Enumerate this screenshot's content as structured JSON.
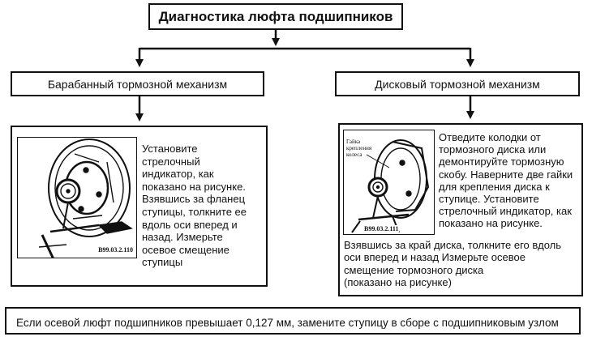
{
  "title": "Диагностика люфта подшипников",
  "branches": {
    "left": {
      "header": "Барабанный тормозной механизм",
      "text": "Установите\nстрелочный\nиндикатор, как\nпоказано на рисунке.\nВзявшись за фланец\nступицы, толкните ее\nвдоль оси вперед и\nназад. Измерьте\nосевое смещение\nступицы",
      "figure_code": "B99.03.2.110"
    },
    "right": {
      "header": "Дисковый тормозной механизм",
      "text": "Отведите колодки от\nтормозного диска или\nдемонтируйте  тормозную\nскобу. Наверните две гайки\nдля крепления диска к\nступице. Установите\nстрелочный индикатор, как\nпоказано на рисунке.",
      "text_bottom": "Взявшись за край диска, толкните его вдоль\nоси вперед и назад  Измерьте осевое\nсмещение тормозного диска\n(показано на рисунке)",
      "figure_code": "B99.03.2.111",
      "figure_label": "Гайка\nкрепления\nколеса"
    }
  },
  "conclusion": "Если осевой люфт подшипников превышает 0,127 мм, замените ступицу в сборе с подшипниковым узлом"
}
